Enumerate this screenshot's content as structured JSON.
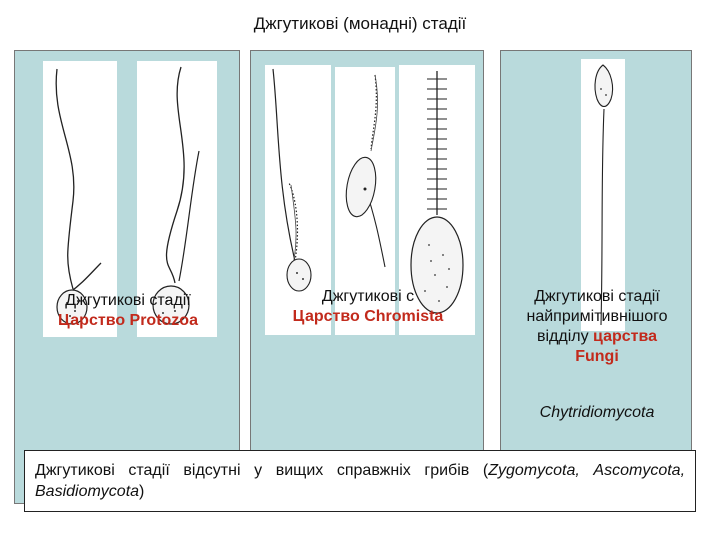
{
  "title": "Джгутикові (монадні) стадії",
  "protozoa": {
    "line1": "Джгутикові стадії",
    "kingdom": "Царство Protozoa"
  },
  "chromista": {
    "line1": "Джгутикові с",
    "kingdom": "Царство Chromista"
  },
  "fungi": {
    "line1": "Джгутикові стадії",
    "line2": "найпримітивнішого",
    "line3_prefix": "відділу ",
    "line3_red": "царства",
    "kingdom": "Fungi",
    "group": "Chytridiomycota"
  },
  "footnote": {
    "part1": "Джгутикові стадії відсутні у вищих справжніх грибів (",
    "taxa1": "Zygomycota,",
    "taxa2": "Ascomycota, Basidiomycota",
    "end": ")"
  },
  "colors": {
    "panel": "#b9dadc",
    "kingdom_text": "#c22a1c"
  }
}
